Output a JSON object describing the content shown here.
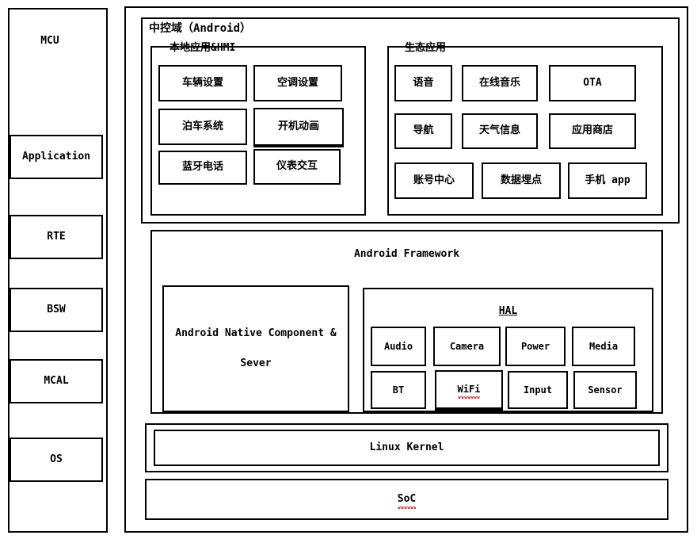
{
  "diagram": {
    "title": "中控域（Android）"
  },
  "mcu": {
    "title": "MCU",
    "items": [
      {
        "label": "Application"
      },
      {
        "label": "RTE"
      },
      {
        "label": "BSW"
      },
      {
        "label": "MCAL"
      },
      {
        "label": "OS"
      }
    ]
  },
  "local_apps": {
    "title": "本地应用&HMI",
    "items": [
      {
        "label": "车辆设置"
      },
      {
        "label": "空调设置"
      },
      {
        "label": "泊车系统"
      },
      {
        "label": "开机动画"
      },
      {
        "label": "蓝牙电话"
      },
      {
        "label": "仪表交互"
      }
    ]
  },
  "eco_apps": {
    "title": "生态应用",
    "items": [
      {
        "label": "语音"
      },
      {
        "label": "在线音乐"
      },
      {
        "label": "OTA"
      },
      {
        "label": "导航"
      },
      {
        "label": "天气信息"
      },
      {
        "label": "应用商店"
      },
      {
        "label": "账号中心"
      },
      {
        "label": "数据埋点"
      },
      {
        "label": "手机 app"
      }
    ]
  },
  "framework": {
    "title": "Android Framework",
    "native": {
      "line1": "Android Native Component &",
      "line2": "Sever"
    },
    "hal": {
      "title": "HAL",
      "items": [
        {
          "label": "Audio"
        },
        {
          "label": "Camera"
        },
        {
          "label": "Power"
        },
        {
          "label": "Media"
        },
        {
          "label": "BT"
        },
        {
          "label": "WiFi"
        },
        {
          "label": "Input"
        },
        {
          "label": "Sensor"
        }
      ]
    }
  },
  "kernel": {
    "label": "Linux Kernel"
  },
  "soc": {
    "label": "SoC"
  },
  "colors": {
    "stroke": "#000000",
    "background": "#ffffff",
    "spellcheck": "#e03030"
  }
}
